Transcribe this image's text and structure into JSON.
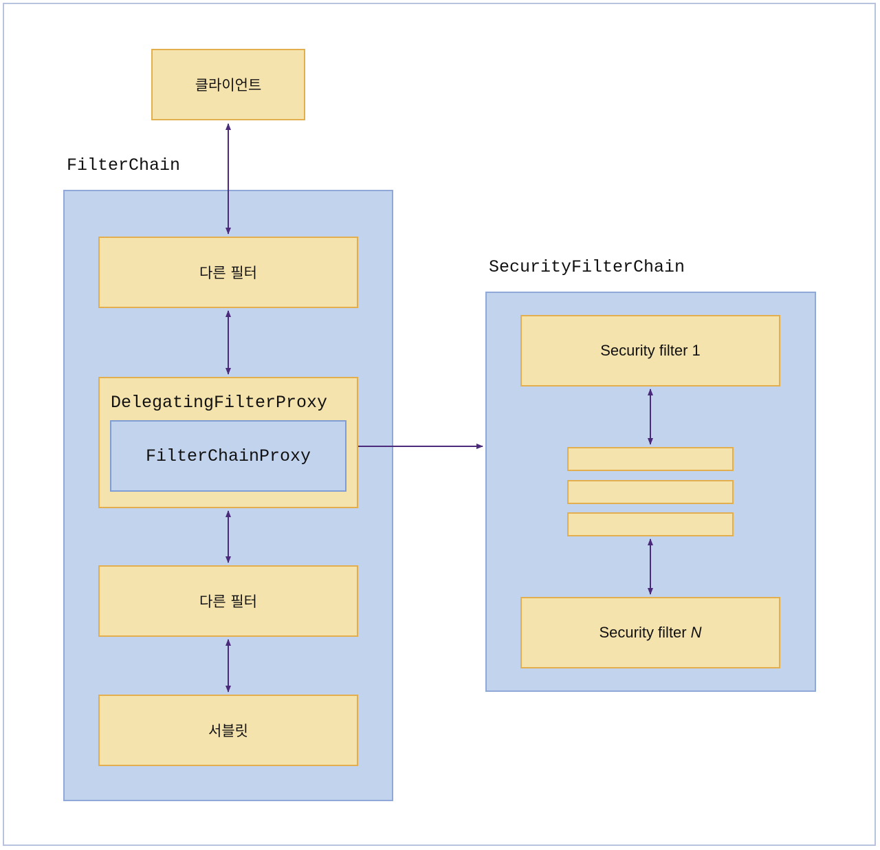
{
  "client": {
    "label": "클라이언트"
  },
  "filter_chain": {
    "title": "FilterChain",
    "other_filter_top": "다른 필터",
    "delegating_proxy": "DelegatingFilterProxy",
    "filter_chain_proxy": "FilterChainProxy",
    "other_filter_bottom": "다른 필터",
    "servlet": "서블릿"
  },
  "security_filter_chain": {
    "title": "SecurityFilterChain",
    "filter_1": "Security filter 1",
    "filter_n_prefix": "Security filter",
    "filter_n_suffix": "N"
  },
  "colors": {
    "container_fill": "#c2d3ee",
    "box_fill": "#f5e3ad",
    "box_border": "#e2ae4e",
    "arrow": "#4b2a7b"
  }
}
